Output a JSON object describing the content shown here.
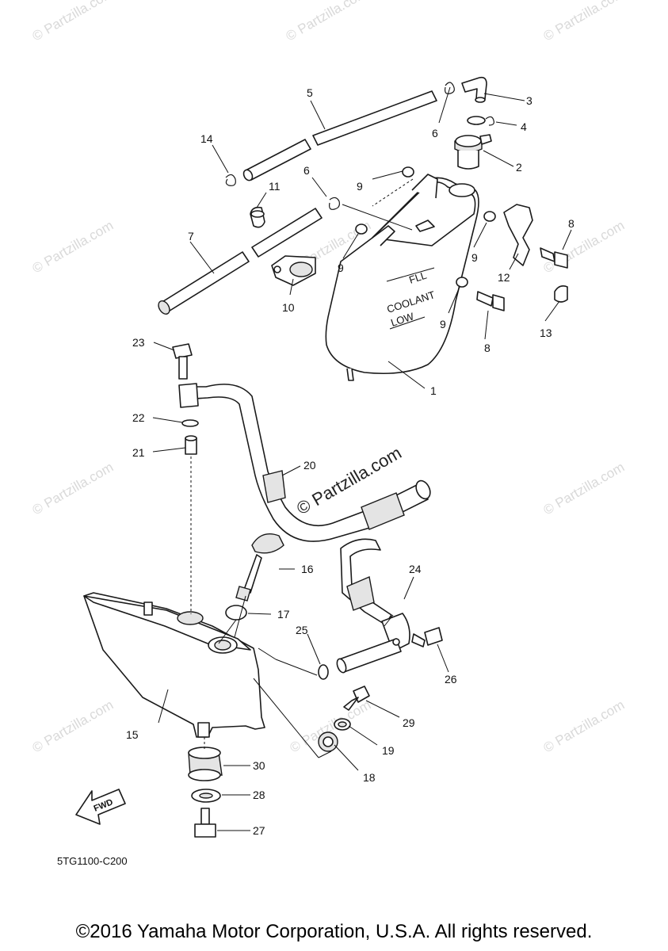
{
  "diagram": {
    "parts": [
      {
        "id": "1",
        "label": "1"
      },
      {
        "id": "2",
        "label": "2"
      },
      {
        "id": "3",
        "label": "3"
      },
      {
        "id": "4",
        "label": "4"
      },
      {
        "id": "5",
        "label": "5"
      },
      {
        "id": "6a",
        "label": "6"
      },
      {
        "id": "6b",
        "label": "6"
      },
      {
        "id": "7",
        "label": "7"
      },
      {
        "id": "8a",
        "label": "8"
      },
      {
        "id": "8b",
        "label": "8"
      },
      {
        "id": "9a",
        "label": "9"
      },
      {
        "id": "9b",
        "label": "9"
      },
      {
        "id": "9c",
        "label": "9"
      },
      {
        "id": "9d",
        "label": "9"
      },
      {
        "id": "10",
        "label": "10"
      },
      {
        "id": "11",
        "label": "11"
      },
      {
        "id": "12",
        "label": "12"
      },
      {
        "id": "13",
        "label": "13"
      },
      {
        "id": "14",
        "label": "14"
      },
      {
        "id": "15",
        "label": "15"
      },
      {
        "id": "16",
        "label": "16"
      },
      {
        "id": "17",
        "label": "17"
      },
      {
        "id": "18",
        "label": "18"
      },
      {
        "id": "19",
        "label": "19"
      },
      {
        "id": "20",
        "label": "20"
      },
      {
        "id": "21",
        "label": "21"
      },
      {
        "id": "22",
        "label": "22"
      },
      {
        "id": "23",
        "label": "23"
      },
      {
        "id": "24",
        "label": "24"
      },
      {
        "id": "25",
        "label": "25"
      },
      {
        "id": "26",
        "label": "26"
      },
      {
        "id": "27",
        "label": "27"
      },
      {
        "id": "28",
        "label": "28"
      },
      {
        "id": "29",
        "label": "29"
      },
      {
        "id": "30",
        "label": "30"
      }
    ],
    "tank_markings": {
      "full": "FLL",
      "coolant": "COOLANT",
      "low": "LOW"
    },
    "fwd_label": "FWD",
    "drawing_code": "5TG1100-C200"
  },
  "watermark": {
    "small_text": "© Partzilla.com",
    "large_text": "© Partzilla.com",
    "color": "#d9d9d9"
  },
  "footer": {
    "copyright": "©2016 Yamaha Motor Corporation, U.S.A. All rights reserved."
  }
}
